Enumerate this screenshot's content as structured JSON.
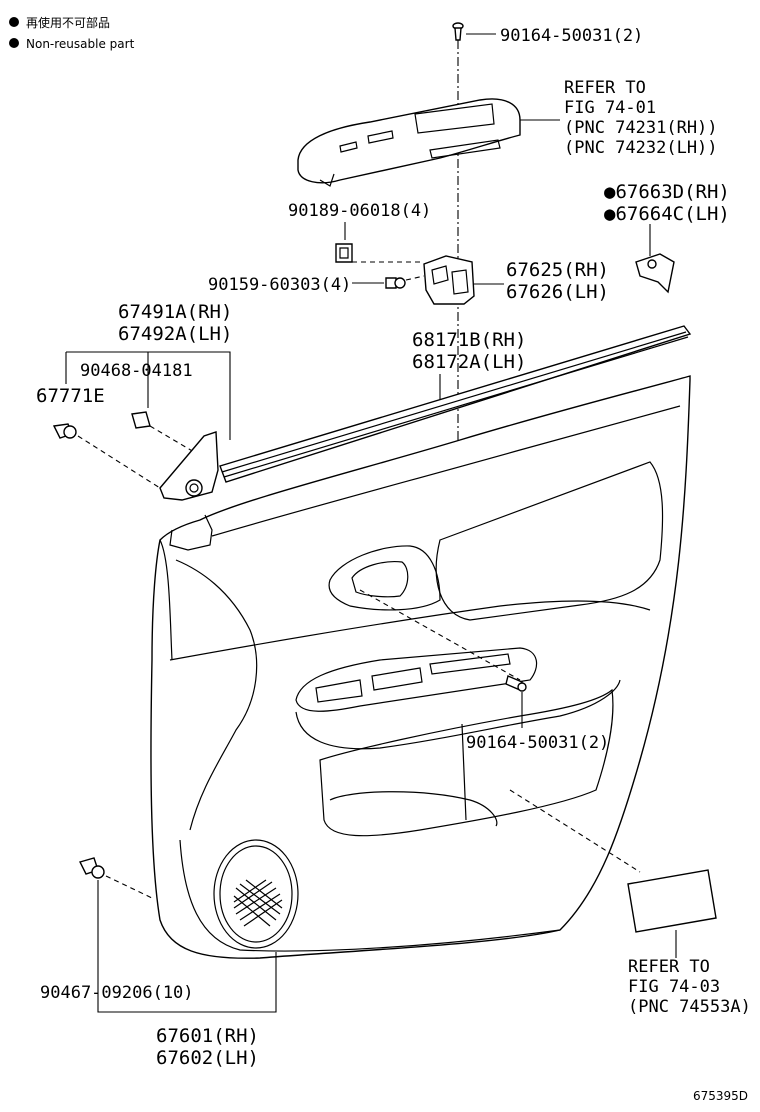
{
  "legend": {
    "items": [
      {
        "symbol": "●",
        "text": "再使用不可部品"
      },
      {
        "symbol": "●",
        "text": "Non-reusable part"
      }
    ]
  },
  "labels": {
    "screw_top": "90164-50031(2)",
    "refer_74_01": [
      "REFER TO",
      "FIG 74-01",
      "(PNC 74231(RH))",
      "(PNC 74232(LH))"
    ],
    "clip_90189": "90189-06018(4)",
    "screw_90159": "90159-60303(4)",
    "bracket": [
      "67625(RH)",
      "67626(LH)"
    ],
    "pad": [
      "●67663D(RH)",
      "●67664C(LH)"
    ],
    "cover": [
      "67491A(RH)",
      "67492A(LH)"
    ],
    "clip_90468": "90468-04181",
    "clip_67771": "67771E",
    "weatherstrip": [
      "68171B(RH)",
      "68172A(LH)"
    ],
    "screw_mid": "90164-50031(2)",
    "clip_90467": "90467-09206(10)",
    "panel": [
      "67601(RH)",
      "67602(LH)"
    ],
    "refer_74_03": [
      "REFER TO",
      "FIG 74-03",
      "(PNC 74553A)"
    ],
    "figure_id": "675395D"
  }
}
